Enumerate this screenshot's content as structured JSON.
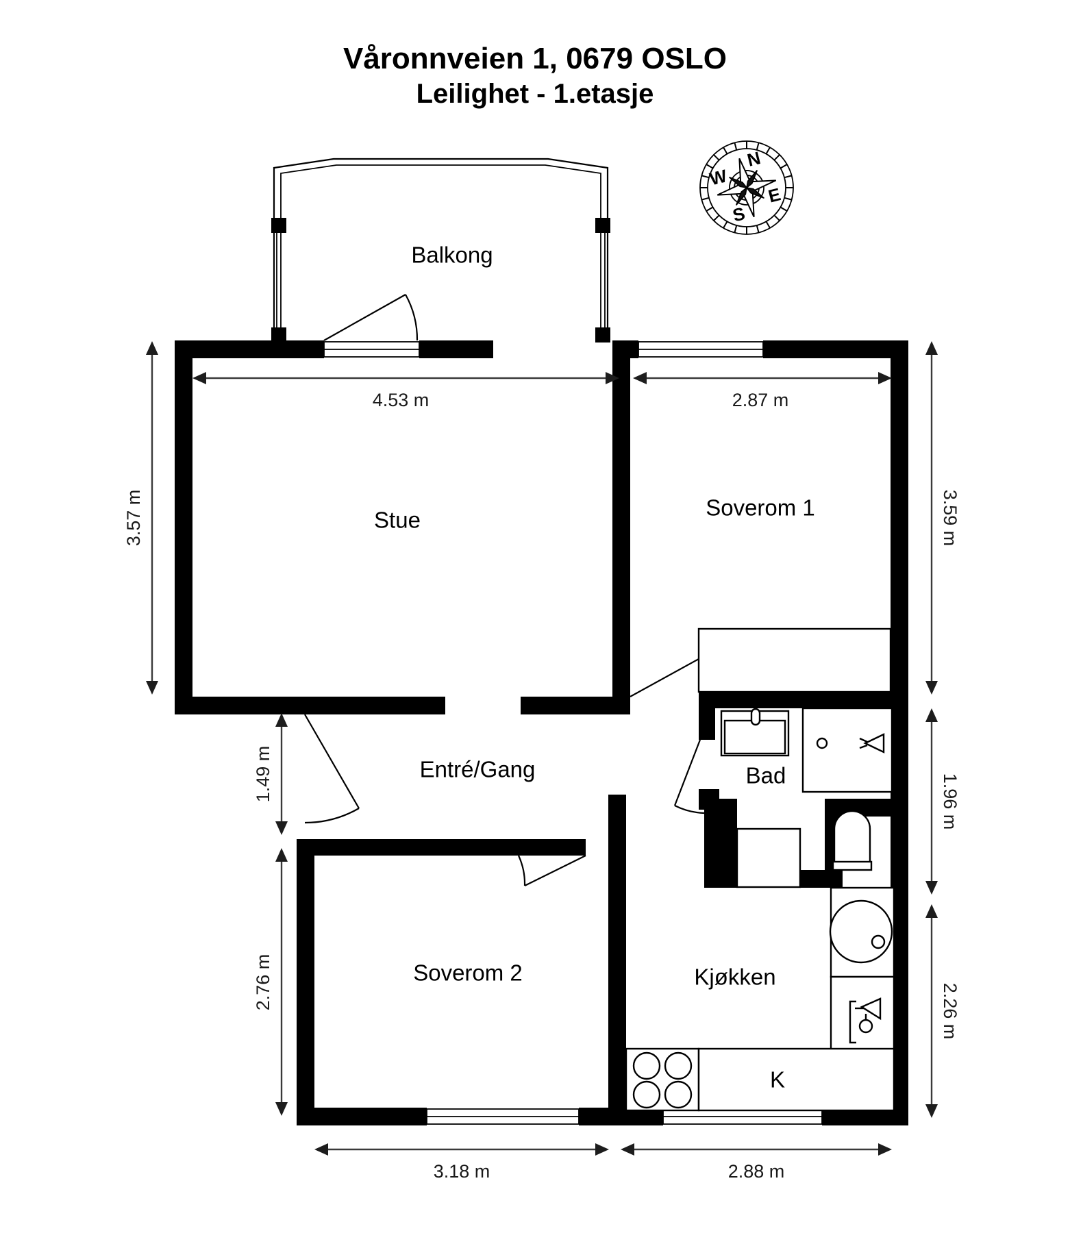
{
  "header": {
    "title": "Våronnveien 1, 0679 OSLO",
    "subtitle": "Leilighet - 1.etasje"
  },
  "rooms": [
    {
      "id": "balkong",
      "label": "Balkong"
    },
    {
      "id": "stue",
      "label": "Stue"
    },
    {
      "id": "soverom1",
      "label": "Soverom 1"
    },
    {
      "id": "entre",
      "label": "Entré/Gang"
    },
    {
      "id": "bad",
      "label": "Bad"
    },
    {
      "id": "soverom2",
      "label": "Soverom 2"
    },
    {
      "id": "kjokken",
      "label": "Kjøkken"
    },
    {
      "id": "kjoleskap",
      "label": "K"
    }
  ],
  "dimensions": {
    "top_left": "4.53 m",
    "top_right": "2.87 m",
    "left_upper": "3.57 m",
    "left_middle": "1.49 m",
    "left_lower": "2.76 m",
    "right_upper": "3.59 m",
    "right_middle": "1.96 m",
    "right_lower": "2.26 m",
    "bottom_left": "3.18 m",
    "bottom_right": "2.88 m"
  },
  "compass": {
    "north": "N",
    "east": "E",
    "south": "S",
    "west": "W"
  },
  "colors": {
    "wall": "#000000",
    "background": "#ffffff",
    "dimension_line": "#3a3a3a",
    "text": "#000000"
  }
}
